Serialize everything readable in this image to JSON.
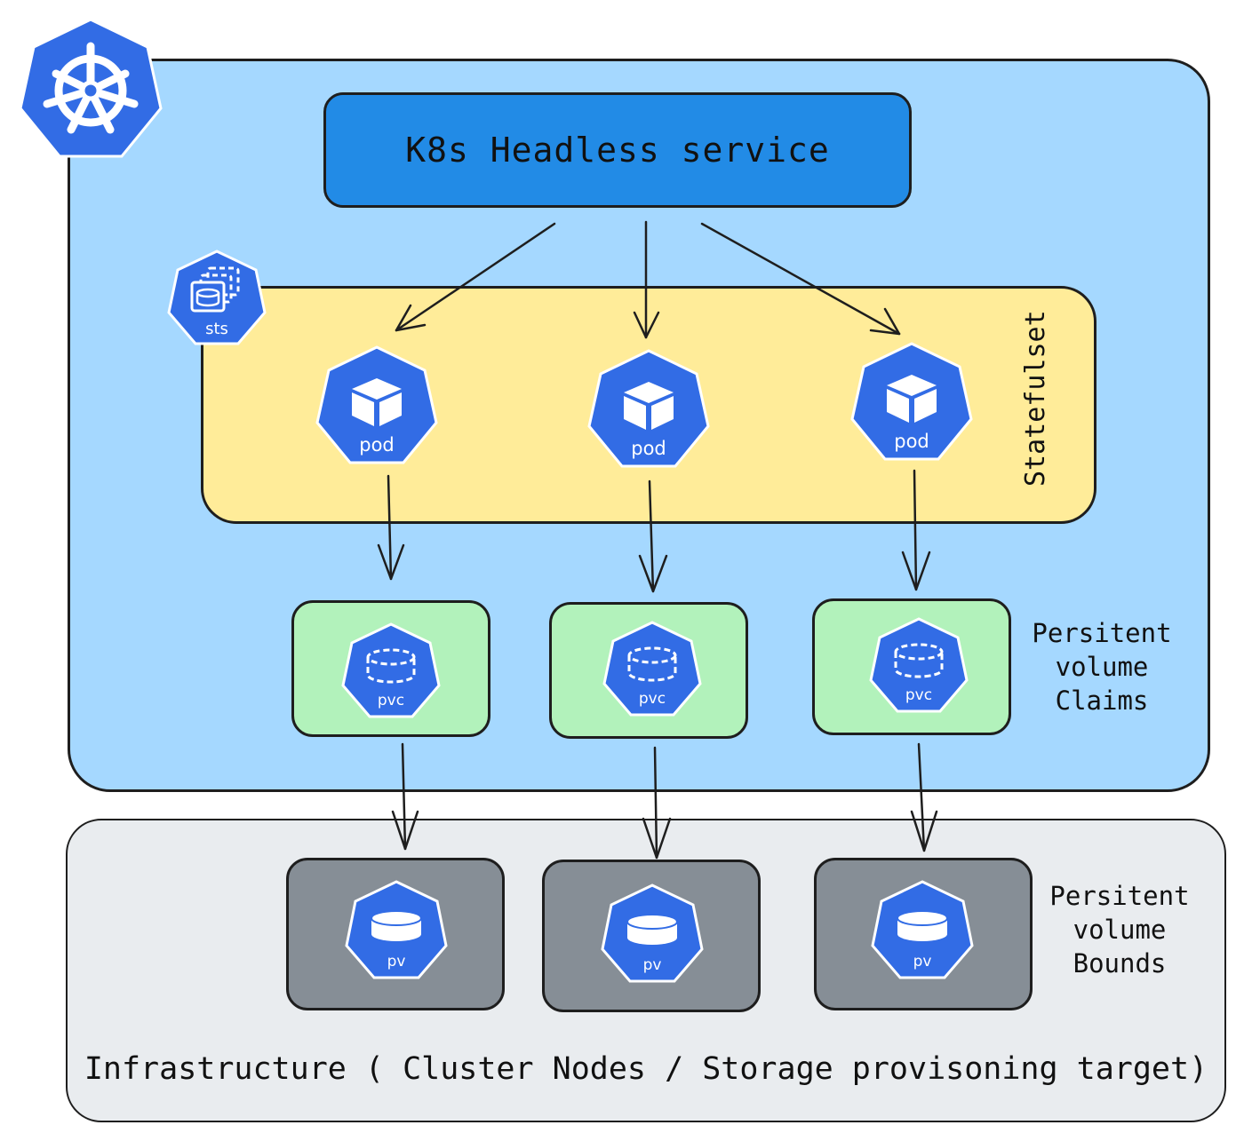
{
  "colors": {
    "cluster_bg": "#a5d8ff",
    "service_bg": "#228be6",
    "statefulset_bg": "#ffec99",
    "pvc_bg": "#b2f2bb",
    "pv_bg": "#868e96",
    "infra_bg": "#e9ecef",
    "k8s_blue": "#326ce5"
  },
  "logo": {
    "icon": "kubernetes-wheel-icon"
  },
  "service": {
    "label": "K8s Headless service"
  },
  "statefulset": {
    "label": "Statefulset",
    "icon_label": "sts"
  },
  "pods": [
    {
      "label": "pod"
    },
    {
      "label": "pod"
    },
    {
      "label": "pod"
    }
  ],
  "pvcs": [
    {
      "label": "pvc"
    },
    {
      "label": "pvc"
    },
    {
      "label": "pvc"
    }
  ],
  "pvs": [
    {
      "label": "pv"
    },
    {
      "label": "pv"
    },
    {
      "label": "pv"
    }
  ],
  "pvc_group": {
    "line1": "Persitent",
    "line2": "volume",
    "line3": "Claims"
  },
  "pv_group": {
    "line1": "Persitent",
    "line2": "volume",
    "line3": "Bounds"
  },
  "infrastructure": {
    "label": "Infrastructure ( Cluster Nodes / Storage provisoning target)"
  }
}
